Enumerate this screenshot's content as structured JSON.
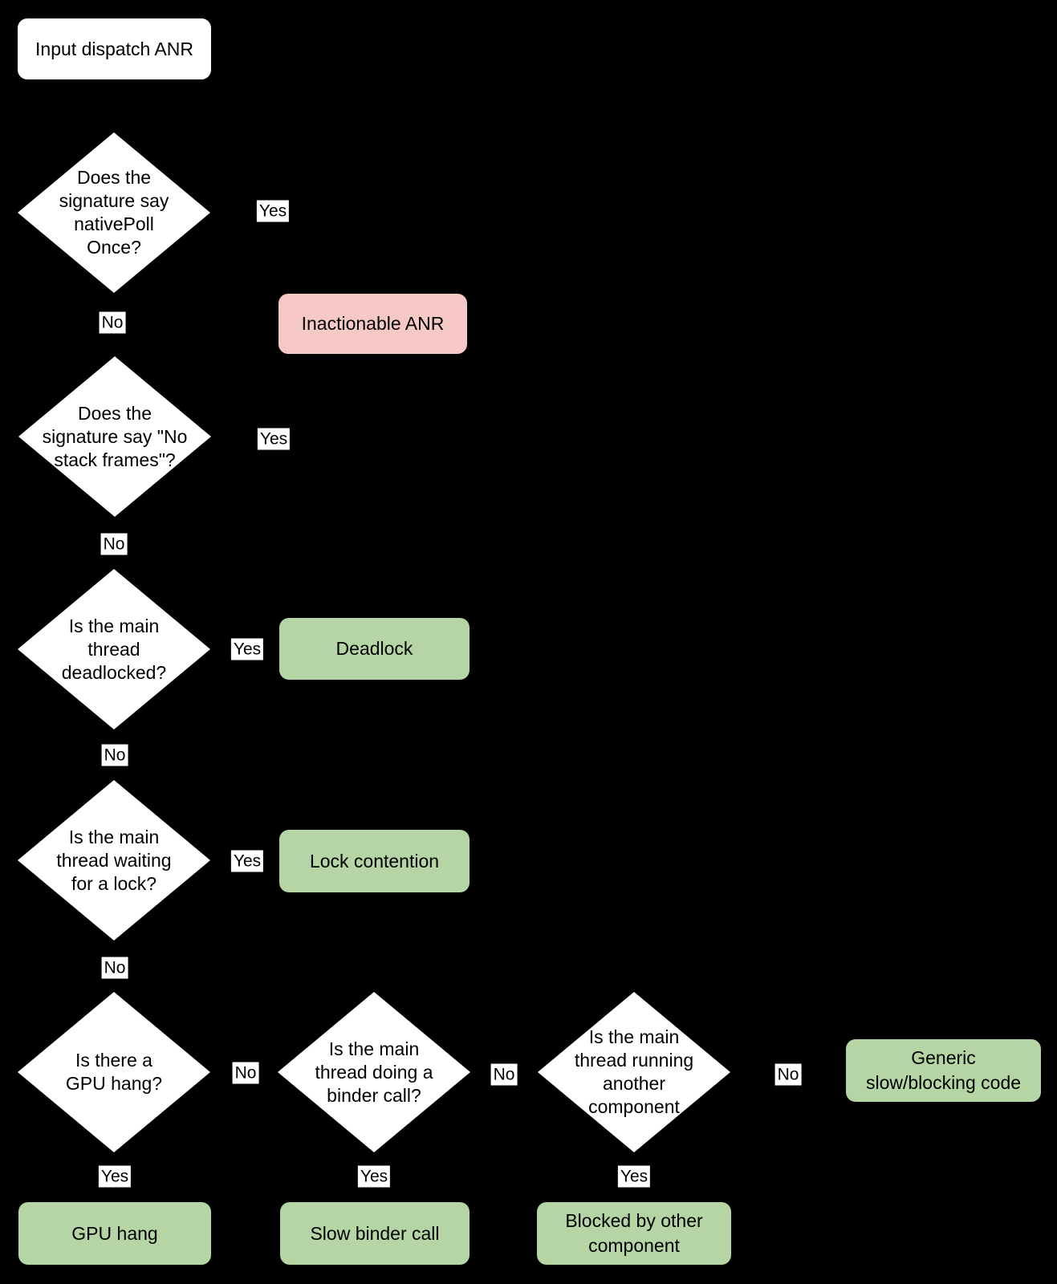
{
  "colors": {
    "background": "#000000",
    "node_fill": "#ffffff",
    "terminal_green": "#b5d6a4",
    "terminal_red": "#f6c8c6",
    "text": "#000000",
    "connector": "#000000",
    "edge_label_bg": "#ffffff"
  },
  "flowchart": {
    "start": {
      "label": "Input dispatch ANR"
    },
    "decisions": {
      "native_poll": {
        "label": "Does the\nsignature say\nnativePoll\nOnce?"
      },
      "no_stack_frames": {
        "label": "Does the\nsignature say \"No\nstack frames\"?"
      },
      "deadlocked": {
        "label": "Is the main\nthread\ndeadlocked?"
      },
      "waiting_for_lock": {
        "label": "Is the main\nthread waiting\nfor a lock?"
      },
      "gpu_hang": {
        "label": "Is there a\nGPU hang?"
      },
      "binder_call": {
        "label": "Is the main\nthread doing a\nbinder call?"
      },
      "other_component": {
        "label": "Is the main\nthread running\nanother\ncomponent"
      }
    },
    "outcomes": {
      "inactionable": {
        "label": "Inactionable ANR",
        "status": "negative"
      },
      "deadlock": {
        "label": "Deadlock",
        "status": "positive"
      },
      "lock_contention": {
        "label": "Lock contention",
        "status": "positive"
      },
      "generic_slow": {
        "label": "Generic\nslow/blocking code",
        "status": "positive"
      },
      "gpu_hang": {
        "label": "GPU hang",
        "status": "positive"
      },
      "slow_binder": {
        "label": "Slow binder call",
        "status": "positive"
      },
      "blocked_other": {
        "label": "Blocked by other\ncomponent",
        "status": "positive"
      }
    },
    "edge_labels": {
      "d1_yes": "Yes",
      "d1_no": "No",
      "d2_yes": "Yes",
      "d2_no": "No",
      "d3_yes": "Yes",
      "d3_no": "No",
      "d4_yes": "Yes",
      "d4_no": "No",
      "d5_no": "No",
      "d5_yes": "Yes",
      "d6_no": "No",
      "d6_yes": "Yes",
      "d7_no": "No",
      "d7_yes": "Yes"
    }
  }
}
